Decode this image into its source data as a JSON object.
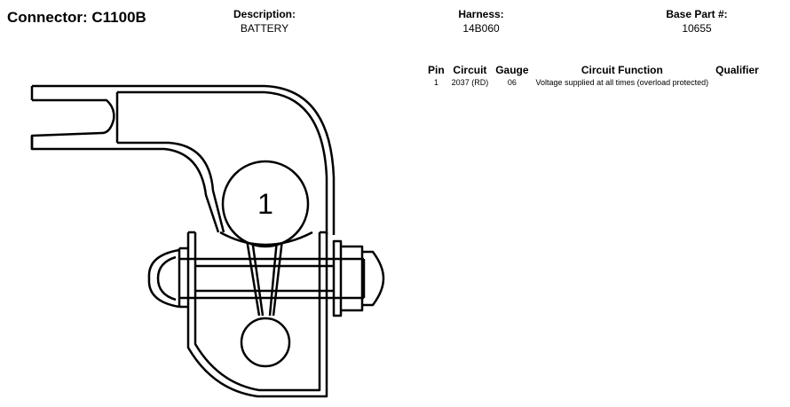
{
  "connector": {
    "title": "Connector: C1100B"
  },
  "header": {
    "description_label": "Description:",
    "description_value": "BATTERY",
    "harness_label": "Harness:",
    "harness_value": "14B060",
    "base_part_label": "Base Part #:",
    "base_part_value": "10655"
  },
  "pin_table": {
    "columns": [
      "Pin",
      "Circuit",
      "Gauge",
      "Circuit Function",
      "Qualifier"
    ],
    "rows": [
      {
        "pin": "1",
        "circuit": "2037 (RD)",
        "gauge": "06",
        "function": "Voltage supplied at all times (overload protected)",
        "qualifier": ""
      }
    ]
  },
  "diagram": {
    "pin_label": "1"
  }
}
